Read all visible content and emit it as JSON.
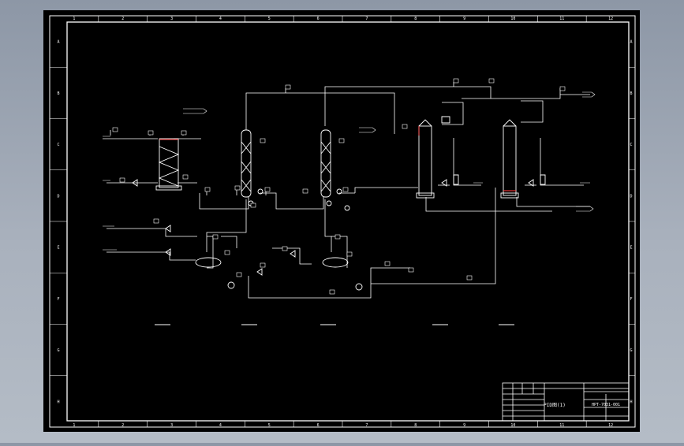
{
  "frame": {
    "columns": [
      "1",
      "2",
      "3",
      "4",
      "5",
      "6",
      "7",
      "8",
      "9",
      "10",
      "11",
      "12"
    ],
    "rows": [
      "A",
      "B",
      "C",
      "D",
      "E",
      "F",
      "G",
      "H"
    ]
  },
  "title_block": {
    "drawing_title": "PID图(1)",
    "drawing_number": "HPT-7031-001",
    "cells": [
      "",
      "",
      "",
      "",
      "",
      "",
      ""
    ]
  },
  "colors": {
    "paper": "#000000",
    "border": "#ffffff",
    "process": "#ffffff",
    "outer": "#9aa3b0"
  },
  "icons": [
    "drawing-sheet-icon"
  ]
}
